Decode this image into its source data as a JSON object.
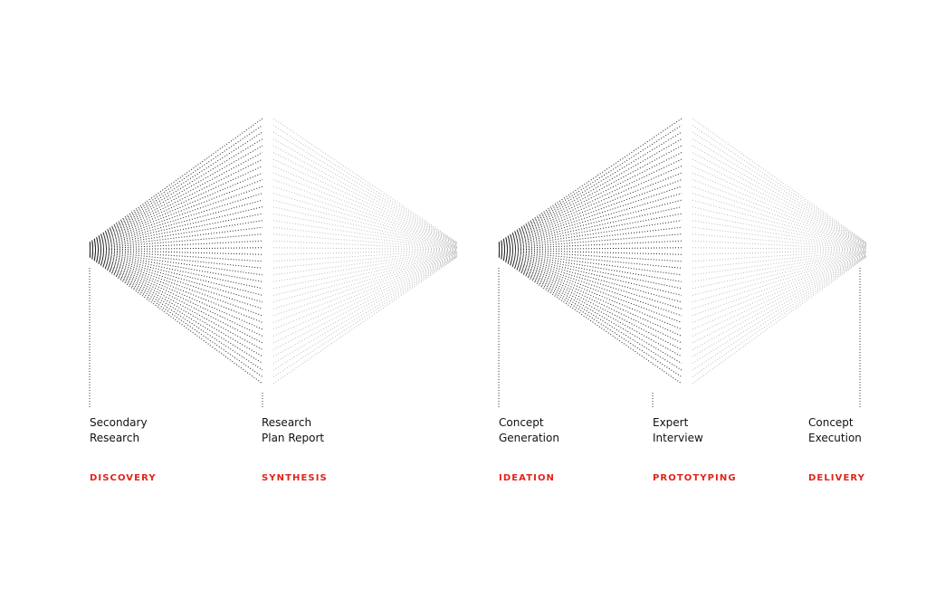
{
  "colors": {
    "accent": "#e2231a",
    "line_dark": "#222222",
    "line_light": "#bdbdbd",
    "text": "#111111"
  },
  "stages": [
    {
      "label": "Secondary\nResearch",
      "phase": "DISCOVERY"
    },
    {
      "label": "Research\nPlan Report",
      "phase": "SYNTHESIS"
    },
    {
      "label": "Concept\nGeneration",
      "phase": "IDEATION"
    },
    {
      "label": "Expert\nInterview",
      "phase": "PROTOTYPING"
    },
    {
      "label": "Concept\nExecution",
      "phase": "DELIVERY"
    }
  ]
}
